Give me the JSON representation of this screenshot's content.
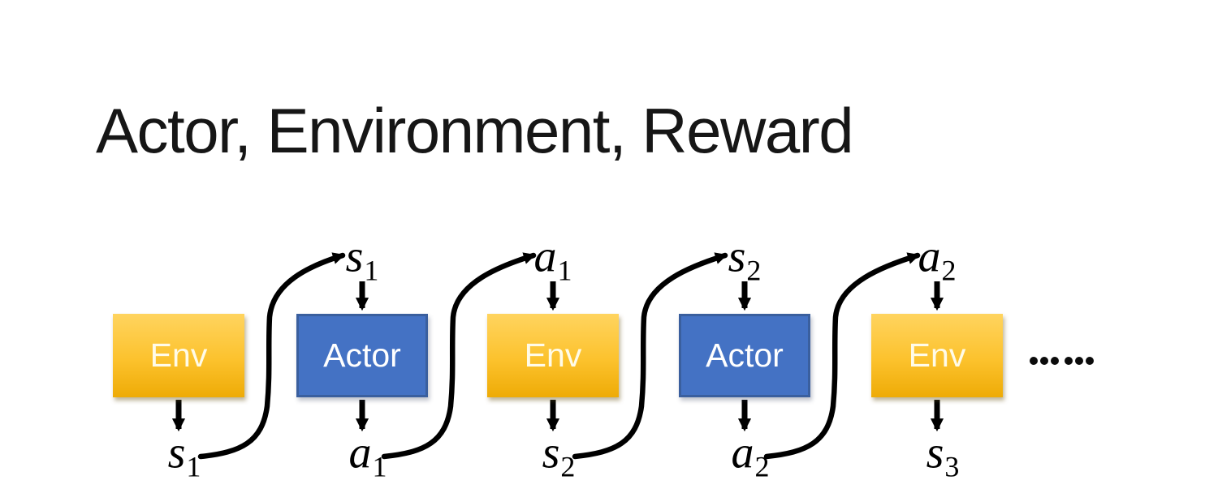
{
  "title": "Actor, Environment, Reward",
  "boxes": [
    {
      "label": "Env",
      "kind": "env"
    },
    {
      "label": "Actor",
      "kind": "actor"
    },
    {
      "label": "Env",
      "kind": "env"
    },
    {
      "label": "Actor",
      "kind": "actor"
    },
    {
      "label": "Env",
      "kind": "env"
    }
  ],
  "top_labels": [
    {
      "base": "s",
      "sub": "1"
    },
    {
      "base": "a",
      "sub": "1"
    },
    {
      "base": "s",
      "sub": "2"
    },
    {
      "base": "a",
      "sub": "2"
    }
  ],
  "bottom_labels": [
    {
      "base": "s",
      "sub": "1"
    },
    {
      "base": "a",
      "sub": "1"
    },
    {
      "base": "s",
      "sub": "2"
    },
    {
      "base": "a",
      "sub": "2"
    },
    {
      "base": "s",
      "sub": "3"
    }
  ],
  "ellipsis": {
    "dots": 6
  },
  "colors": {
    "title_text": "#161616",
    "env_gradient_top": "#FFD45F",
    "env_gradient_bottom": "#EEAB06",
    "actor_fill": "#4472C4",
    "actor_border": "#3A5F9E",
    "arrow": "#000000",
    "label_text": "#000000"
  }
}
